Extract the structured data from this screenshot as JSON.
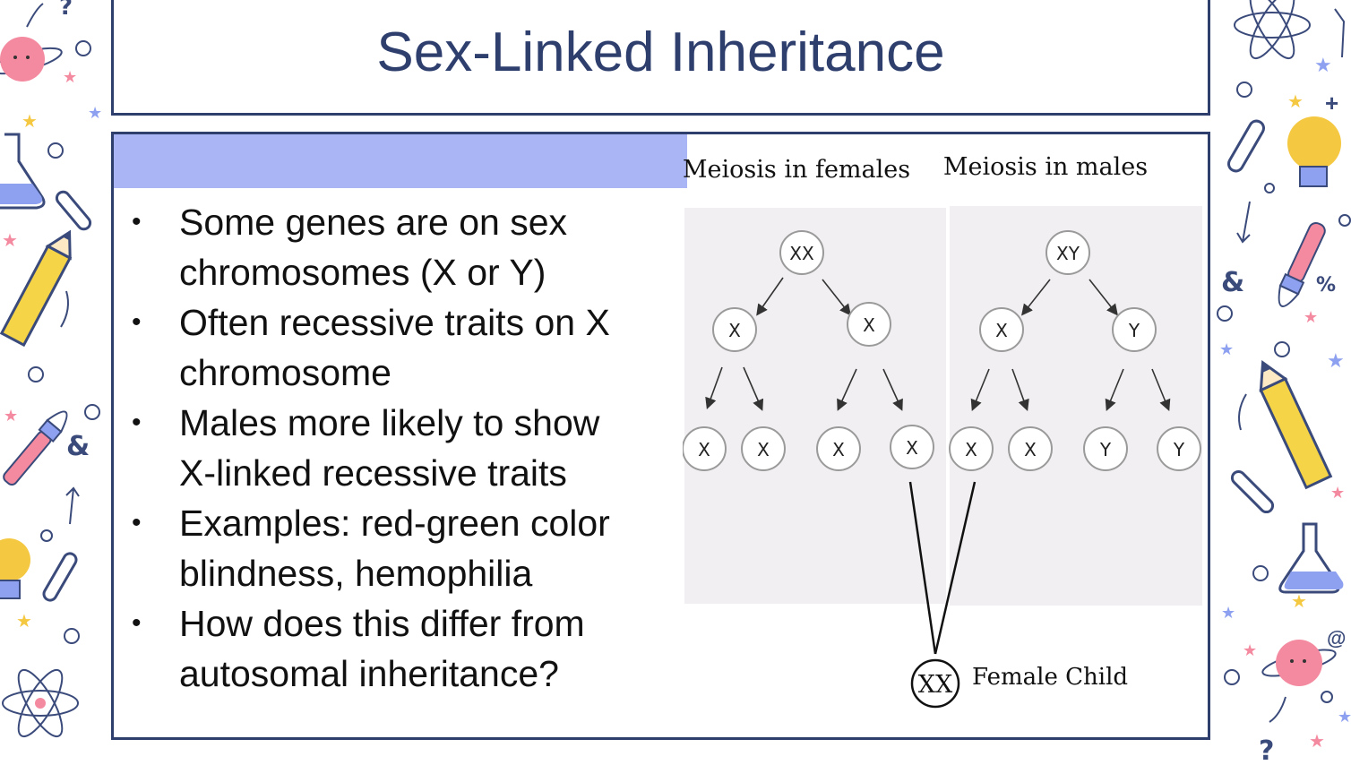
{
  "slide": {
    "title": "Sex-Linked Inheritance"
  },
  "bullets": [
    {
      "line1": "Some genes are on sex",
      "line2": "chromosomes (X or Y)"
    },
    {
      "line1": "Often recessive traits on X",
      "line2": "chromosome"
    },
    {
      "line1": "Males more likely to show",
      "line2": "X-linked recessive traits"
    },
    {
      "line1": "Examples: red-green color",
      "line2": "blindness, hemophilia"
    },
    {
      "line1": "How does this differ from",
      "line2": "autosomal inheritance?"
    }
  ],
  "diagram": {
    "females": {
      "header": "Meiosis in females",
      "root": "XX",
      "level1": [
        "X",
        "X"
      ],
      "gametes": [
        "X",
        "X",
        "X",
        "X"
      ]
    },
    "males": {
      "header": "Meiosis in males",
      "root": "XY",
      "level1": [
        "X",
        "Y"
      ],
      "gametes": [
        "X",
        "X",
        "Y",
        "Y"
      ]
    },
    "child": {
      "genotype": "XX",
      "label": "Female Child"
    }
  },
  "colors": {
    "title": "#2e3f6e",
    "border": "#2e3f6e",
    "band": "#aab5f6",
    "panel_bg": "#f1eff1"
  }
}
